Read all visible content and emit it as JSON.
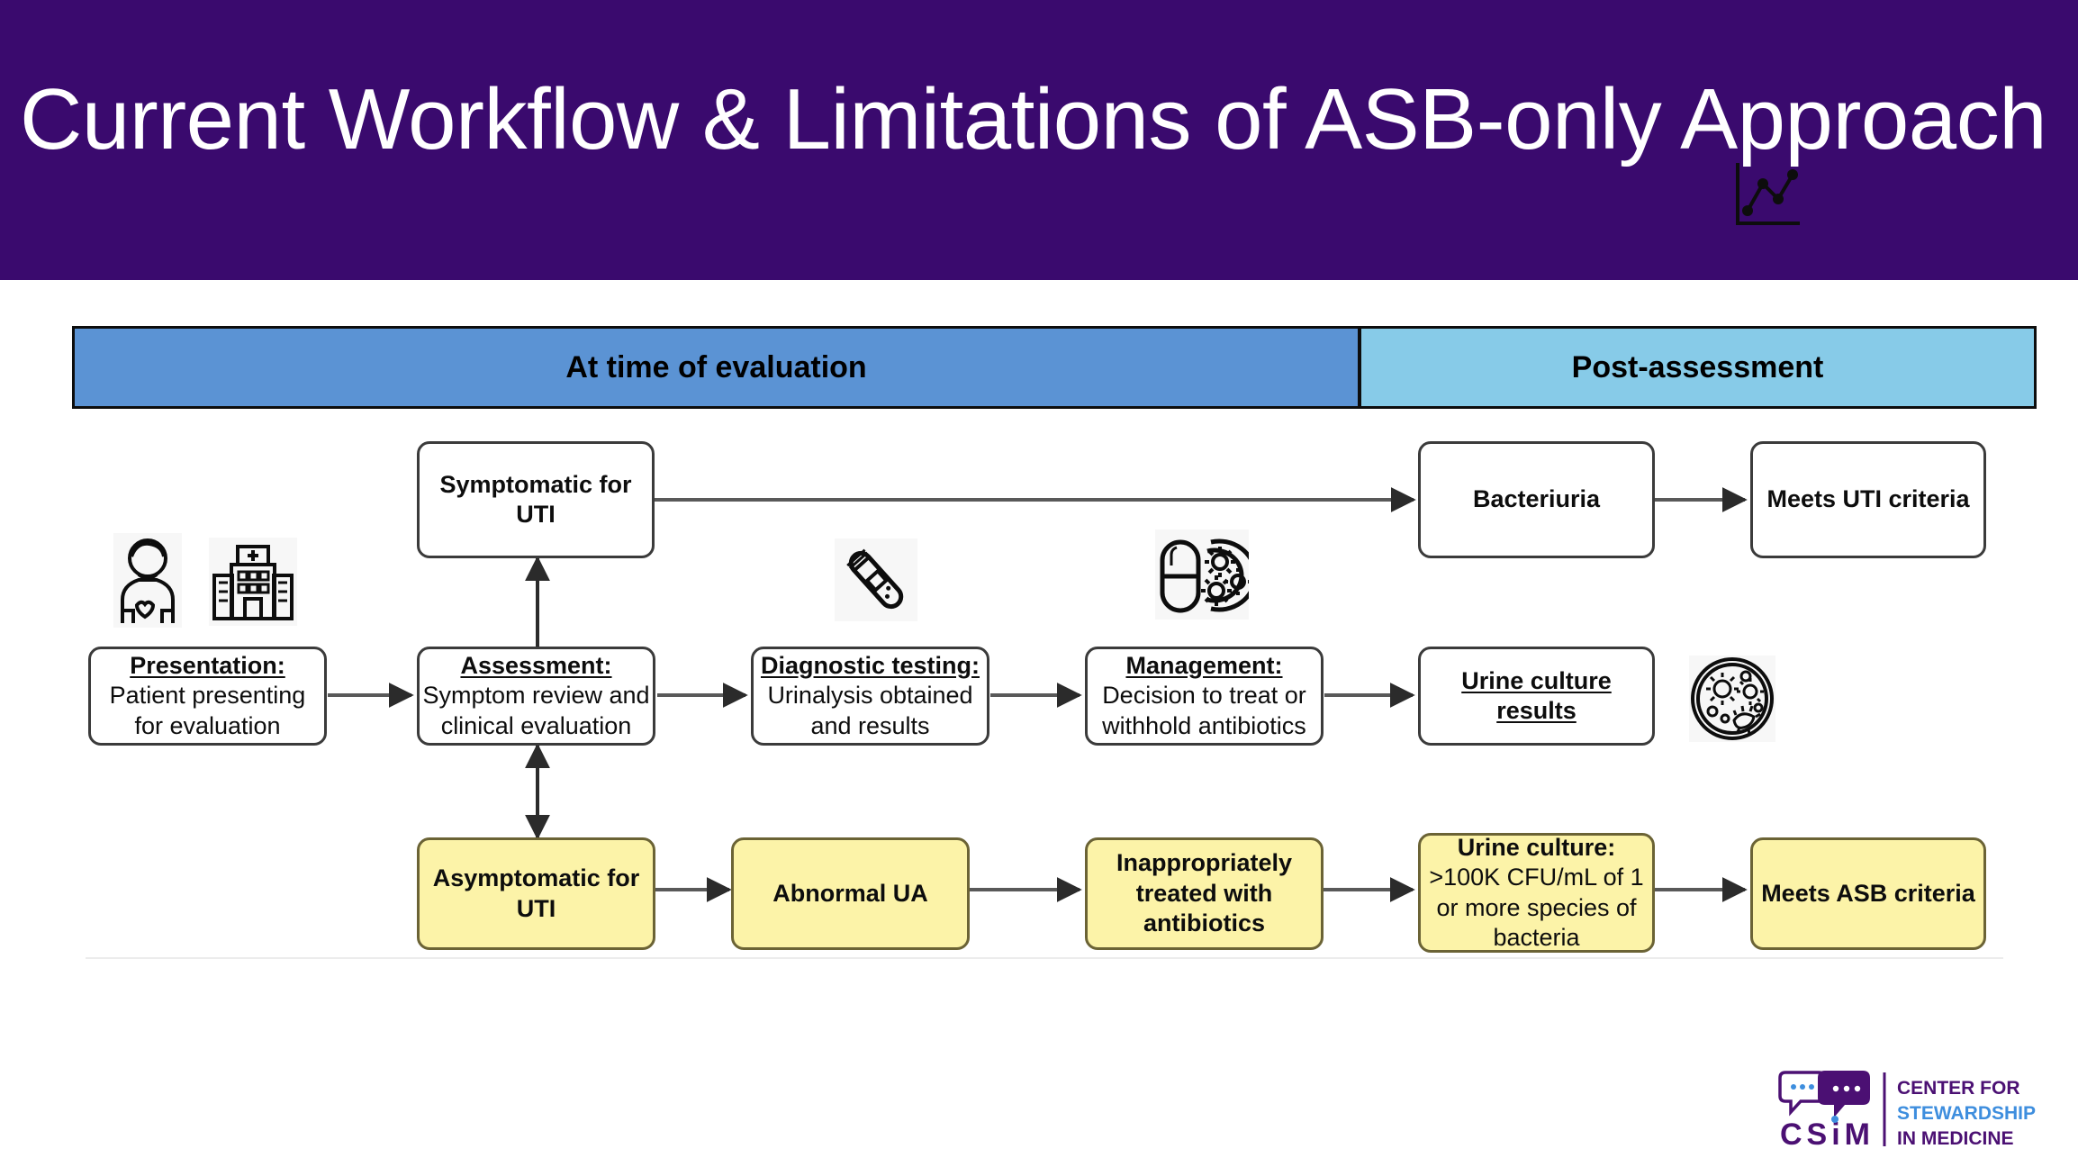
{
  "slide": {
    "title": "Current Workflow & Limitations of ASB-only Approach",
    "title_icon": "line-chart-icon",
    "title_band_color": "#3A0A6E"
  },
  "phase_banner": {
    "segments": [
      {
        "label": "At time of evaluation",
        "color": "#5B93D4"
      },
      {
        "label": "Post-assessment",
        "color": "#87CBE8"
      }
    ]
  },
  "diagram": {
    "type": "flowchart",
    "colors": {
      "white_box_fill": "#FFFFFF",
      "white_box_border": "#3B3B3B",
      "yellow_box_fill": "#FCF3A8",
      "yellow_box_border": "#6B6335",
      "connector": "#595959"
    },
    "nodes": {
      "symptomatic": {
        "label": "Symptomatic for UTI",
        "style": "white-bold"
      },
      "bacteriuria": {
        "label": "Bacteriuria",
        "style": "white-bold"
      },
      "meets_uti": {
        "label": "Meets UTI criteria",
        "style": "white-bold"
      },
      "presentation": {
        "header": "Presentation:",
        "line1": "Patient presenting",
        "line2": "for evaluation",
        "style": "white-header-underline"
      },
      "assessment": {
        "header": "Assessment:",
        "line1": "Symptom review and",
        "line2": "clinical evaluation",
        "style": "white-header-underline"
      },
      "diagnostic": {
        "header": "Diagnostic testing:",
        "line1": "Urinalysis obtained",
        "line2": "and results",
        "style": "white-header-underline"
      },
      "management": {
        "header": "Management:",
        "line1": "Decision to treat or",
        "line2": "withhold antibiotics",
        "style": "white-header-underline"
      },
      "urine_culture_results": {
        "label": "Urine culture results",
        "style": "white-bold-underline"
      },
      "asymptomatic": {
        "line1": "Asymptomatic for",
        "line2": "UTI",
        "style": "yellow-bold"
      },
      "abnormal_ua": {
        "label": "Abnormal UA",
        "style": "yellow-bold"
      },
      "inappropriate": {
        "line1": "Inappropriately",
        "line2": "treated with",
        "line3": "antibiotics",
        "style": "yellow-bold"
      },
      "urine_culture": {
        "header": "Urine culture:",
        "line1": ">100K CFU/mL of 1",
        "line2": "or more species of",
        "line3": "bacteria",
        "style": "yellow-header"
      },
      "meets_asb": {
        "label": "Meets ASB criteria",
        "style": "yellow-bold"
      }
    },
    "edges": [
      {
        "from": "presentation",
        "to": "assessment",
        "kind": "arrow-right"
      },
      {
        "from": "assessment",
        "to": "symptomatic",
        "kind": "arrow-up"
      },
      {
        "from": "assessment",
        "to": "asymptomatic",
        "kind": "arrow-double-vertical"
      },
      {
        "from": "assessment",
        "to": "diagnostic",
        "kind": "arrow-right"
      },
      {
        "from": "diagnostic",
        "to": "management",
        "kind": "arrow-right"
      },
      {
        "from": "management",
        "to": "urine_culture_results",
        "kind": "arrow-right"
      },
      {
        "from": "symptomatic",
        "to": "bacteriuria",
        "kind": "arrow-right"
      },
      {
        "from": "bacteriuria",
        "to": "meets_uti",
        "kind": "arrow-right"
      },
      {
        "from": "asymptomatic",
        "to": "abnormal_ua",
        "kind": "arrow-right"
      },
      {
        "from": "abnormal_ua",
        "to": "inappropriate",
        "kind": "arrow-right"
      },
      {
        "from": "inappropriate",
        "to": "urine_culture",
        "kind": "arrow-right"
      },
      {
        "from": "urine_culture",
        "to": "meets_asb",
        "kind": "arrow-right"
      }
    ],
    "icons": [
      {
        "name": "patient-icon"
      },
      {
        "name": "hospital-icon"
      },
      {
        "name": "test-tube-icon"
      },
      {
        "name": "pill-bacteria-icon"
      },
      {
        "name": "petri-dish-bacteria-icon"
      }
    ]
  },
  "logo": {
    "acronym": "CSiM",
    "line1": "CENTER FOR",
    "line2": "STEWARDSHIP",
    "line3": "IN MEDICINE",
    "purple": "#4B1073",
    "blue": "#3E8EDE"
  }
}
